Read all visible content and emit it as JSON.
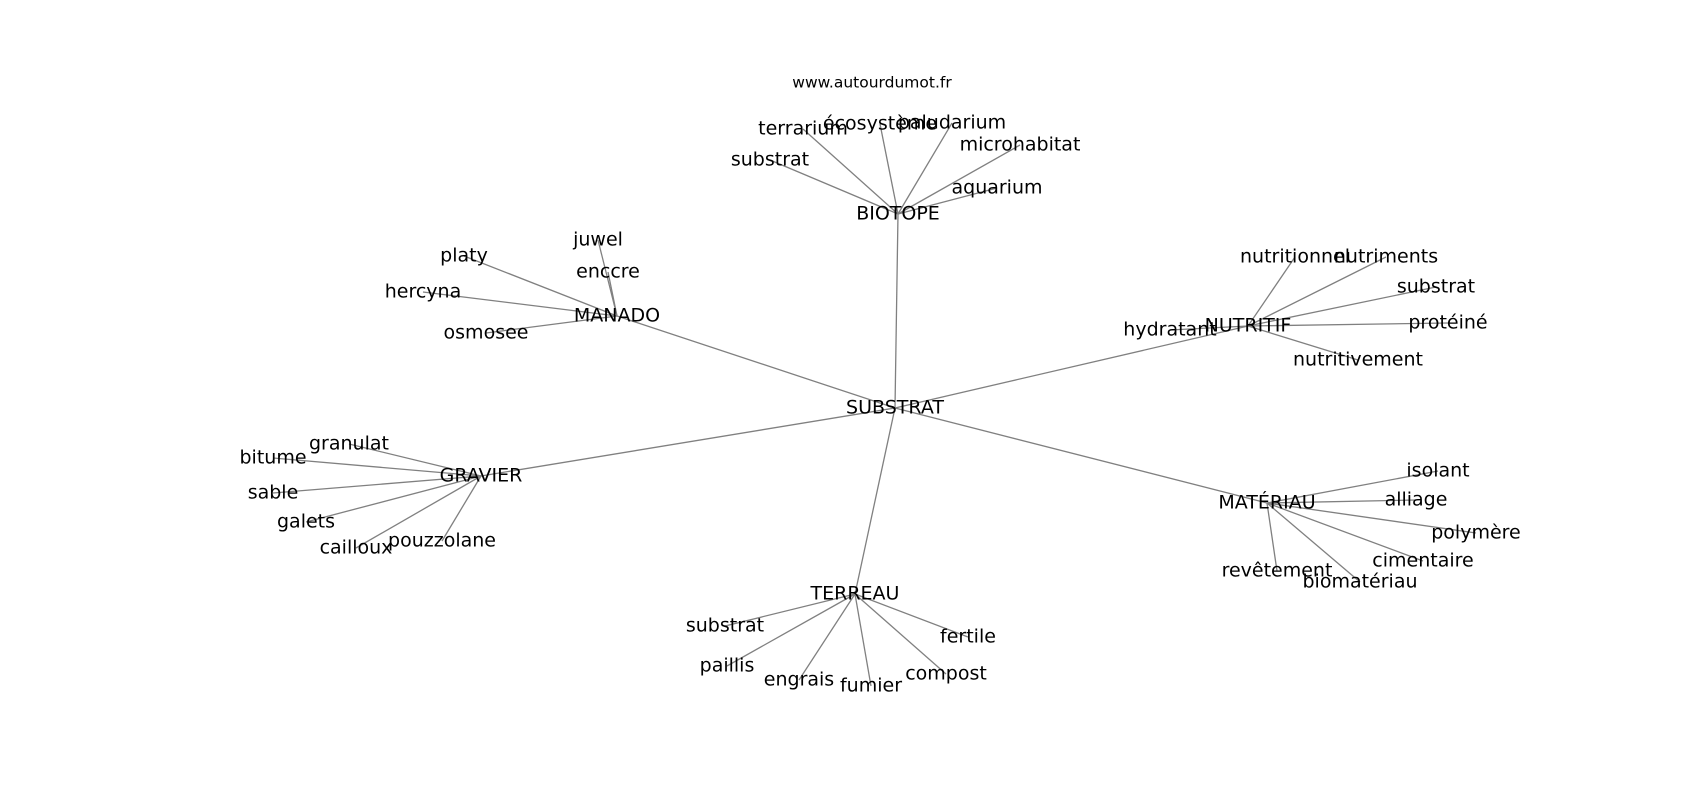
{
  "site_url": "www.autourdumot.fr",
  "center": "SUBSTRAT",
  "clusters": [
    {
      "hub": "BIOTOPE",
      "words": [
        "substrat",
        "terrarium",
        "écosystème",
        "paludarium",
        "microhabitat",
        "aquarium"
      ]
    },
    {
      "hub": "MANADO",
      "words": [
        "juwel",
        "enccre",
        "platy",
        "hercyna",
        "osmosee"
      ]
    },
    {
      "hub": "NUTRITIF",
      "words": [
        "nutritionnel",
        "nutriments",
        "substrat",
        "protéiné",
        "nutritivement",
        "hydratant"
      ]
    },
    {
      "hub": "GRAVIER",
      "words": [
        "granulat",
        "bitume",
        "sable",
        "galets",
        "cailloux",
        "pouzzolane"
      ]
    },
    {
      "hub": "MATÉRIAU",
      "words": [
        "isolant",
        "alliage",
        "polymère",
        "cimentaire",
        "biomatériau",
        "revêtement"
      ]
    },
    {
      "hub": "TERREAU",
      "words": [
        "substrat",
        "fertile",
        "paillis",
        "engrais",
        "fumier",
        "compost"
      ]
    }
  ]
}
